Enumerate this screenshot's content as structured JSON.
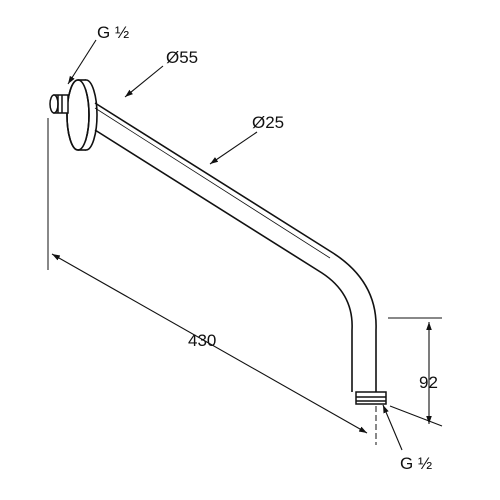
{
  "drawing": {
    "thread_top": "G ½",
    "flange_diameter": "Ø55",
    "pipe_diameter": "Ø25",
    "length": "430",
    "drop": "92",
    "thread_bottom": "G ½"
  }
}
